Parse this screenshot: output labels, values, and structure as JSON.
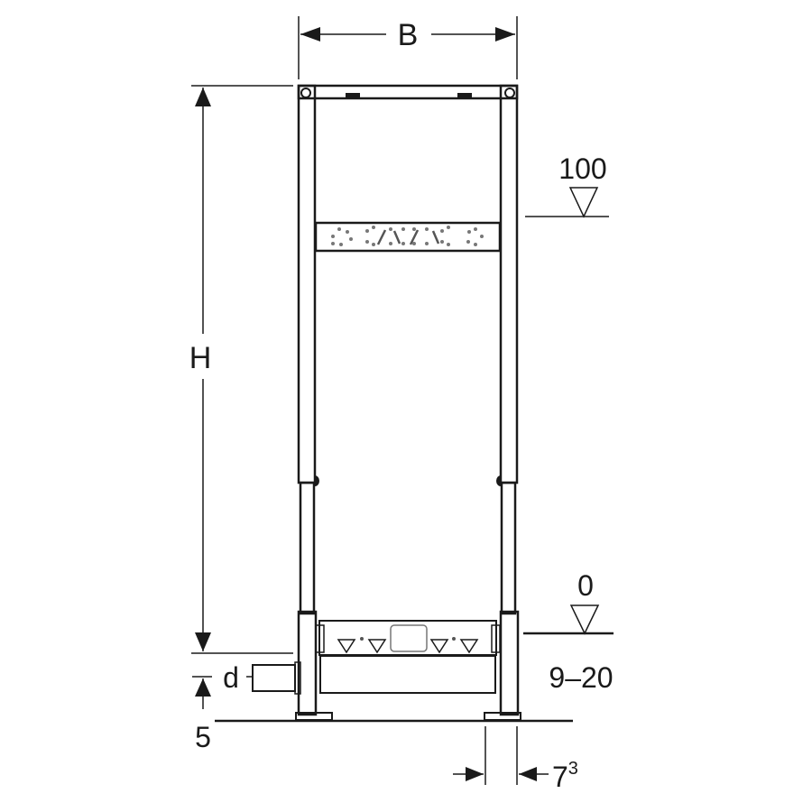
{
  "diagram": {
    "type": "technical-dimension-drawing",
    "subject": "installation frame front view",
    "colors": {
      "line": "#1a1a1a",
      "background": "#ffffff",
      "detail": "#555555"
    },
    "dimensions": {
      "width_label": "B",
      "height_label": "H",
      "pipe_label": "d",
      "floor_offset_label": "5",
      "foot_offset_label": "7",
      "foot_offset_superscript": "3",
      "floor_range_label": "9–20"
    },
    "levels": [
      {
        "label": "100",
        "symbol": "level-triangle"
      },
      {
        "label": "0",
        "symbol": "level-triangle"
      }
    ]
  }
}
